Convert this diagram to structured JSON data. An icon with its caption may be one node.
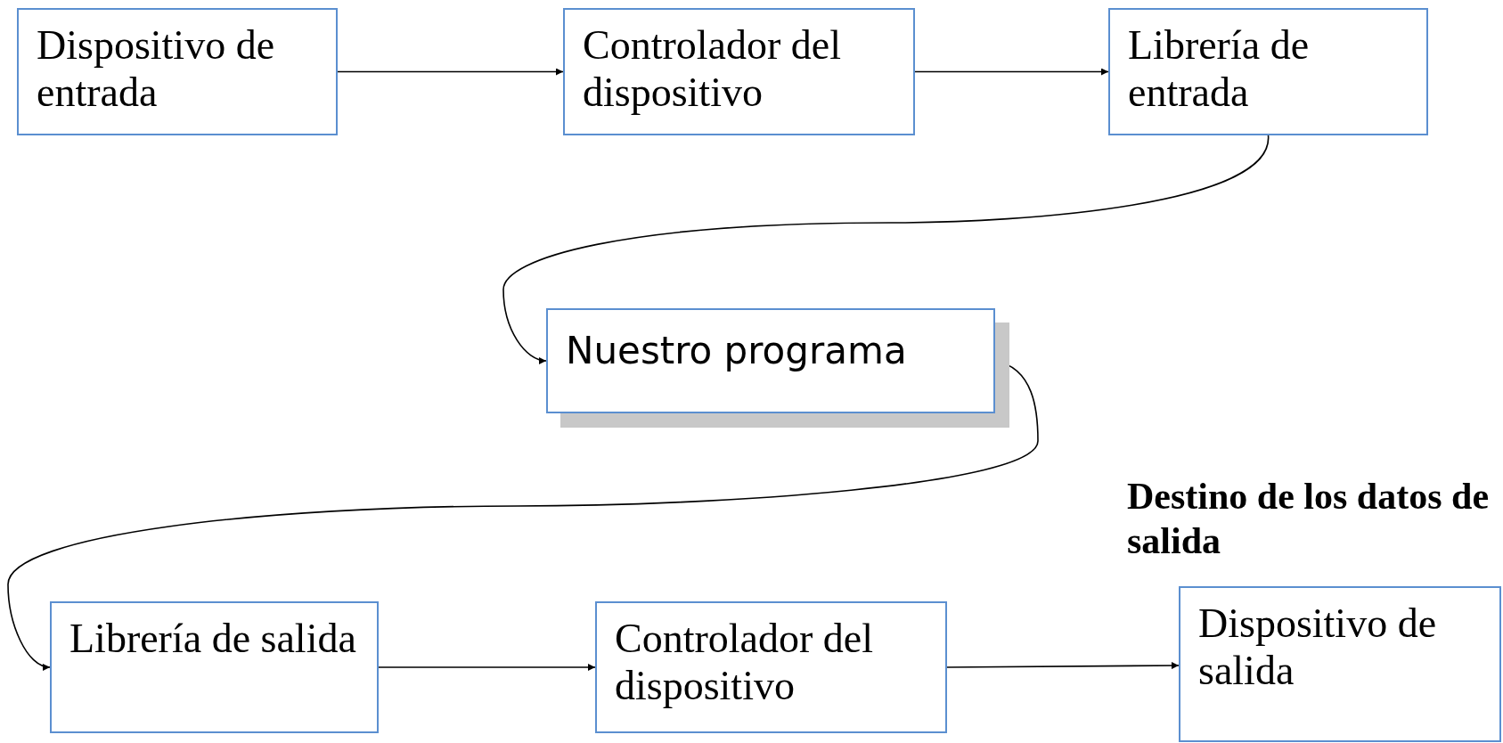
{
  "diagram": {
    "nodes": [
      {
        "text": [
          "Dispositivo de entrada"
        ]
      },
      {
        "text": [
          "Controlador del dispositivo"
        ]
      },
      {
        "text": [
          "Librería de entrada"
        ]
      },
      {
        "text": [
          "Nuestro programa"
        ]
      },
      {
        "text": [
          "Librería de salida"
        ]
      },
      {
        "text": [
          "Controlador del dispositivo"
        ]
      },
      {
        "text": [
          "Dispositivo de salida"
        ],
        "beside": [
          "Destino de los datos de salida"
        ]
      }
    ],
    "edges": [
      {
        "from": 0,
        "to": 1,
        "arrow": "to"
      },
      {
        "from": 1,
        "to": 2,
        "arrow": "to"
      },
      {
        "from": 2,
        "to": 3,
        "arrow": "to"
      },
      {
        "from": 3,
        "to": 4,
        "arrow": "to"
      },
      {
        "from": 4,
        "to": 5,
        "arrow": "to"
      },
      {
        "from": 5,
        "to": 6,
        "arrow": "to"
      }
    ]
  }
}
